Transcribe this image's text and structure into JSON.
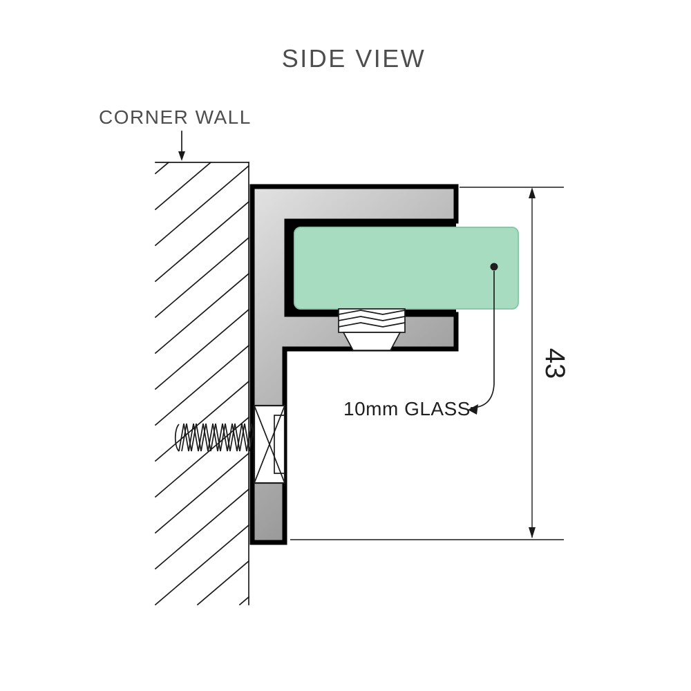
{
  "diagram": {
    "title": "SIDE VIEW",
    "wall_label": "CORNER WALL",
    "glass_label": "10mm GLASS",
    "dimension_value": "43",
    "colors": {
      "glass_fill": "#a8dcc1",
      "glass_stroke": "#8cc7a9",
      "bracket_light": "#e2e2e2",
      "bracket_dark": "#8c8c8c",
      "outline": "#000000",
      "line": "#1a1a1a",
      "heading_text": "#4d4d4d",
      "annotation_text": "#1f1f1f"
    }
  }
}
